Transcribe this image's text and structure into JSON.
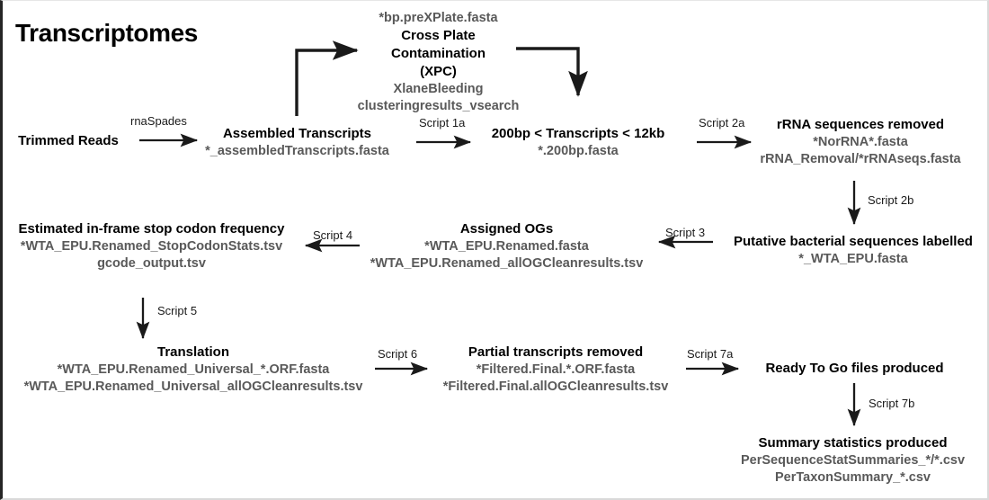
{
  "page": {
    "title": "Transcriptomes",
    "background_color": "#ffffff",
    "title_color": "#000000",
    "node_title_color": "#000000",
    "file_label_color": "#595959",
    "arrow_color": "#1a1a1a"
  },
  "nodes": [
    {
      "id": "trimmed-reads",
      "title": "Trimmed Reads",
      "files": []
    },
    {
      "id": "assembled-transcripts",
      "title": "Assembled Transcripts",
      "files": [
        "*_assembledTranscripts.fasta"
      ]
    },
    {
      "id": "cross-plate-contamination",
      "pre_file": "*bp.preXPlate.fasta",
      "title_lines": [
        "Cross Plate",
        "Contamination",
        "(XPC)"
      ],
      "files": [
        "XlaneBleeding",
        "clusteringresults_vsearch"
      ]
    },
    {
      "id": "transcript-length-filter",
      "title": "200bp < Transcripts < 12kb",
      "files": [
        "*.200bp.fasta"
      ]
    },
    {
      "id": "rrna-removed",
      "title": "rRNA sequences removed",
      "files": [
        "*NorRNA*.fasta",
        "rRNA_Removal/*rRNAseqs.fasta"
      ]
    },
    {
      "id": "bacterial-labelled",
      "title": "Putative bacterial sequences labelled",
      "files": [
        "*_WTA_EPU.fasta"
      ]
    },
    {
      "id": "assigned-ogs",
      "title": "Assigned OGs",
      "files": [
        "*WTA_EPU.Renamed.fasta",
        "*WTA_EPU.Renamed_allOGCleanresults.tsv"
      ]
    },
    {
      "id": "stop-codon-frequency",
      "title": "Estimated in-frame stop codon frequency",
      "files": [
        "*WTA_EPU.Renamed_StopCodonStats.tsv",
        "gcode_output.tsv"
      ]
    },
    {
      "id": "translation",
      "title": "Translation",
      "files": [
        "*WTA_EPU.Renamed_Universal_*.ORF.fasta",
        "*WTA_EPU.Renamed_Universal_allOGCleanresults.tsv"
      ]
    },
    {
      "id": "partial-transcripts-removed",
      "title": "Partial transcripts removed",
      "files": [
        "*Filtered.Final.*.ORF.fasta",
        "*Filtered.Final.allOGCleanresults.tsv"
      ]
    },
    {
      "id": "ready-to-go",
      "title": "Ready To Go files produced",
      "files": []
    },
    {
      "id": "summary-statistics",
      "title": "Summary statistics produced",
      "files": [
        "PerSequenceStatSummaries_*/*.csv",
        "PerTaxonSummary_*.csv"
      ]
    }
  ],
  "edges": [
    {
      "id": "rnaspades",
      "label": "rnaSpades"
    },
    {
      "id": "xpc-in",
      "label": ""
    },
    {
      "id": "xpc-out",
      "label": ""
    },
    {
      "id": "script-1a",
      "label": "Script 1a"
    },
    {
      "id": "script-2a",
      "label": "Script 2a"
    },
    {
      "id": "script-2b",
      "label": "Script 2b"
    },
    {
      "id": "script-3",
      "label": "Script 3"
    },
    {
      "id": "script-4",
      "label": "Script 4"
    },
    {
      "id": "script-5",
      "label": "Script 5"
    },
    {
      "id": "script-6",
      "label": "Script 6"
    },
    {
      "id": "script-7a",
      "label": "Script 7a"
    },
    {
      "id": "script-7b",
      "label": "Script 7b"
    }
  ]
}
